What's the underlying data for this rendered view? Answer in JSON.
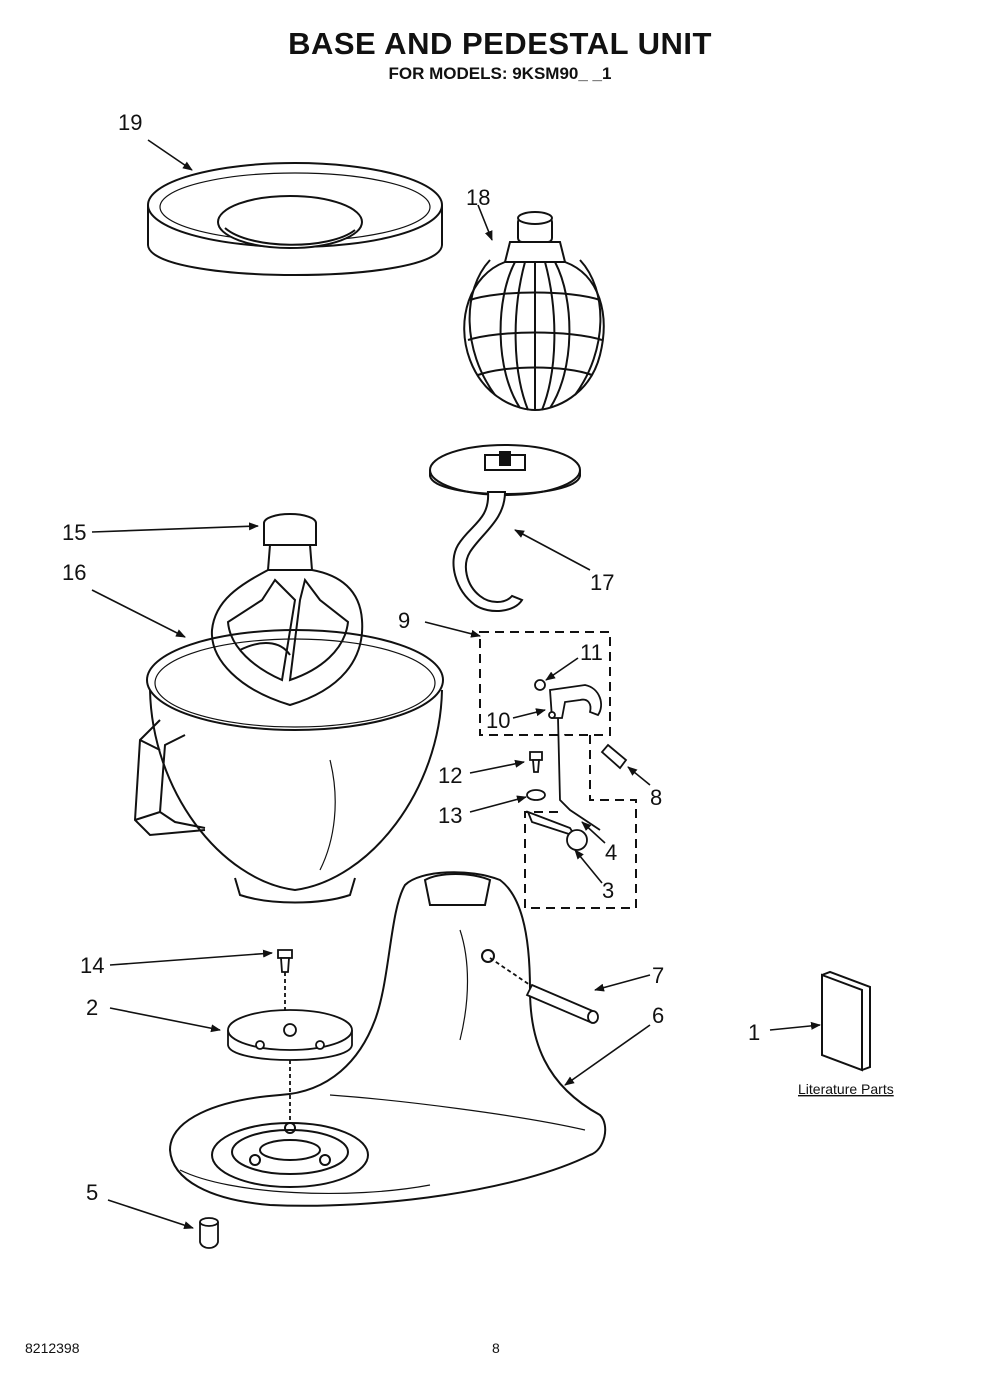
{
  "header": {
    "title": "BASE AND PEDESTAL UNIT",
    "subtitle": "FOR MODELS: 9KSM90_ _1"
  },
  "callouts": {
    "c1": "1",
    "c2": "2",
    "c3": "3",
    "c4": "4",
    "c5": "5",
    "c6": "6",
    "c7": "7",
    "c8": "8",
    "c9": "9",
    "c10": "10",
    "c11": "11",
    "c12": "12",
    "c13": "13",
    "c14": "14",
    "c15": "15",
    "c16": "16",
    "c17": "17",
    "c18": "18",
    "c19": "19"
  },
  "literature_label": "Literature Parts",
  "footer": {
    "doc_number": "8212398",
    "page_number": "8"
  }
}
